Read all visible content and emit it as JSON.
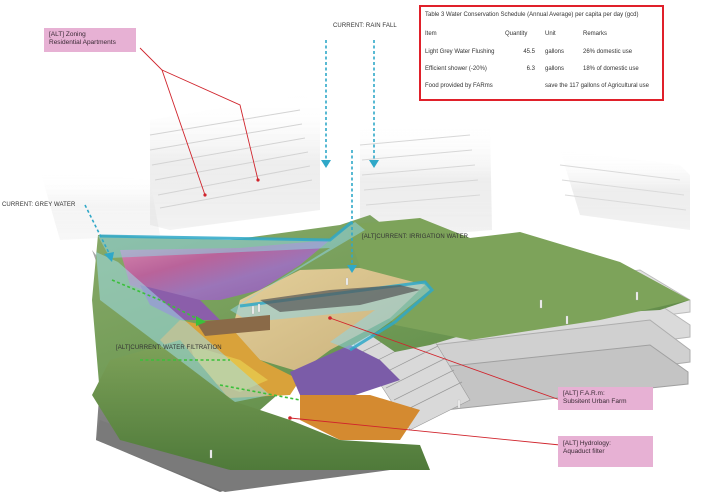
{
  "labels": {
    "zoning": [
      "[ALT] Zoning",
      "Residential Apartments"
    ],
    "rain_fall": "CURRENT: RAIN FALL",
    "grey_water": "CURRENT: GREY WATER",
    "irrigation": "[ALT]CURRENT: IRRIGATION WATER",
    "water_filtration": "[ALT]CURRENT: WATER FILTRATION",
    "farm": [
      "[ALT] F.A.R.m:",
      "Subsitent Urban Farm"
    ],
    "hydrology": [
      "[ALT] Hydrology:",
      "Aquaduct filter"
    ]
  },
  "table": {
    "title": "Table 3 Water Conservation Schedule (Annual Average) per capita per day (gcd)",
    "headers": [
      "Item",
      "Quantity",
      "Unit",
      "Remarks"
    ],
    "rows": [
      [
        "Light Grey Water Flushing",
        "45.5",
        "gallons",
        "26%  domestic use"
      ],
      [
        "Efficient shower (-20%)",
        "6.3",
        "gallons",
        "18% of domestic use"
      ],
      [
        "Food provided by FARms",
        "",
        "",
        "save the 117 gallons of Agricultural use"
      ]
    ]
  },
  "colors": {
    "accent_box": "#e0202a",
    "label_bg": "#e7b1d4",
    "water": "#2fa8c8",
    "filtration": "#3bbf3b",
    "leader": "#d0242c"
  }
}
